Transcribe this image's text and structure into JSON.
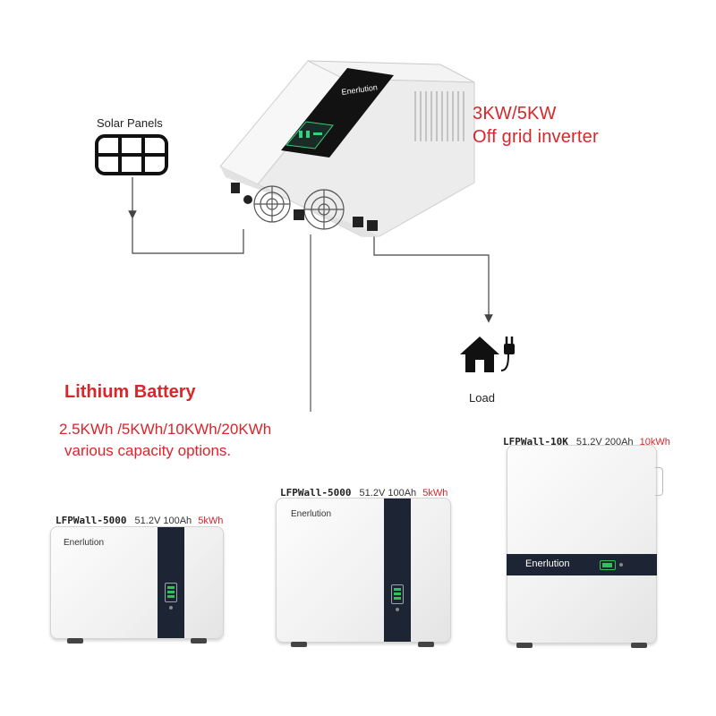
{
  "inverter": {
    "brand": "Enerlution",
    "power": "3KW/5KW",
    "type": "Off grid inverter"
  },
  "solar": {
    "label": "Solar Panels"
  },
  "load": {
    "label": "Load"
  },
  "battery_section": {
    "title": "Lithium Battery",
    "capacity_line1": "2.5KWh /5KWh/10KWh/20KWh",
    "capacity_line2": "various capacity options."
  },
  "batteries": [
    {
      "model": "LFPWall-5000",
      "electrical": "51.2V 100Ah",
      "capacity": "5kWh",
      "brand": "Enerlution"
    },
    {
      "model": "LFPWall-5000",
      "electrical": "51.2V 100Ah",
      "capacity": "5kWh",
      "brand": "Enerlution"
    },
    {
      "model": "LFPWall-10K",
      "electrical": "51.2V 200Ah",
      "capacity": "10kWh",
      "brand": "Enerlution"
    }
  ],
  "colors": {
    "accent_red": "#d8262b",
    "panel_dark": "#1d2433",
    "display_green": "#2fc25b"
  },
  "icons": [
    "solar-panel-icon",
    "house-icon",
    "plug-icon",
    "arrow-down-icon"
  ]
}
